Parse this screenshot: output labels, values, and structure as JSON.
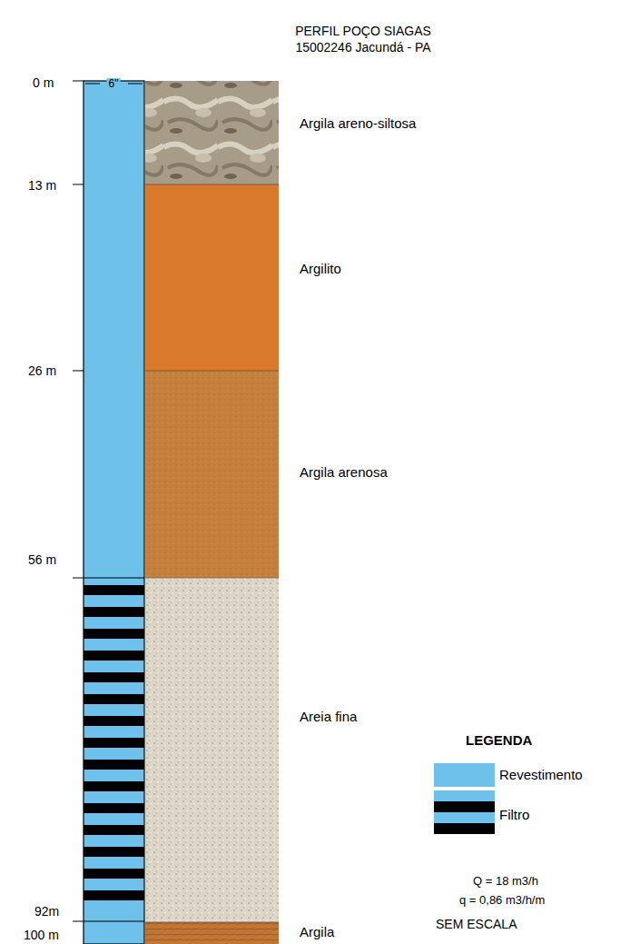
{
  "diagram": {
    "title": "PERFIL POÇO SIAGAS 15002246 Jacundá - PA",
    "nodes": [
      {
        "text": [
          "Argila areno-siltosa"
        ]
      },
      {
        "text": [
          "Argilito"
        ]
      },
      {
        "text": [
          "Argila arenosa"
        ]
      },
      {
        "text": [
          "Areia fina"
        ]
      },
      {
        "text": [
          "Argila"
        ]
      }
    ],
    "labels": [
      "6\"",
      "0 m",
      "13 m",
      "26 m",
      "56 m",
      "92m",
      "100 m",
      "LEGENDA",
      "Q = 18 m3/h",
      "q = 0,86 m3/h/m",
      "SEM ESCALA"
    ],
    "legend": [
      {
        "text": "Revestimento",
        "color": "#6ec1ea"
      },
      {
        "text": "Filtro"
      }
    ]
  }
}
